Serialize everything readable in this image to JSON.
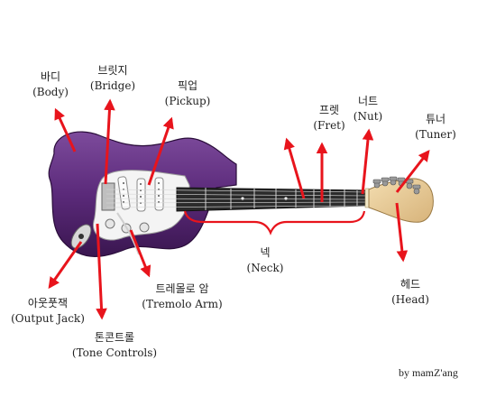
{
  "parts": [
    {
      "id": "body",
      "ko": "바디",
      "en": "(Body)"
    },
    {
      "id": "bridge",
      "ko": "브릿지",
      "en": "(Bridge)"
    },
    {
      "id": "pickup",
      "ko": "픽업",
      "en": "(Pickup)"
    },
    {
      "id": "fret",
      "ko": "프렛",
      "en": "(Fret)"
    },
    {
      "id": "nut",
      "ko": "너트",
      "en": "(Nut)"
    },
    {
      "id": "tuner",
      "ko": "튜너",
      "en": "(Tuner)"
    },
    {
      "id": "neck",
      "ko": "넥",
      "en": "(Neck)"
    },
    {
      "id": "head",
      "ko": "헤드",
      "en": "(Head)"
    },
    {
      "id": "tremolo",
      "ko": "트레몰로 암",
      "en": "(Tremolo Arm)"
    },
    {
      "id": "output",
      "ko": "아웃풋잭",
      "en": "(Output Jack)"
    },
    {
      "id": "tone",
      "ko": "톤콘트롤",
      "en": "(Tone Controls)"
    }
  ],
  "credit": "by mamZ'ang",
  "colors": {
    "arrow": "#e8141c",
    "body": "#5b2a7a",
    "pickguard": "#f4f4f4",
    "neck": "#2b2b2b",
    "headstock": "#e9cf9c"
  }
}
